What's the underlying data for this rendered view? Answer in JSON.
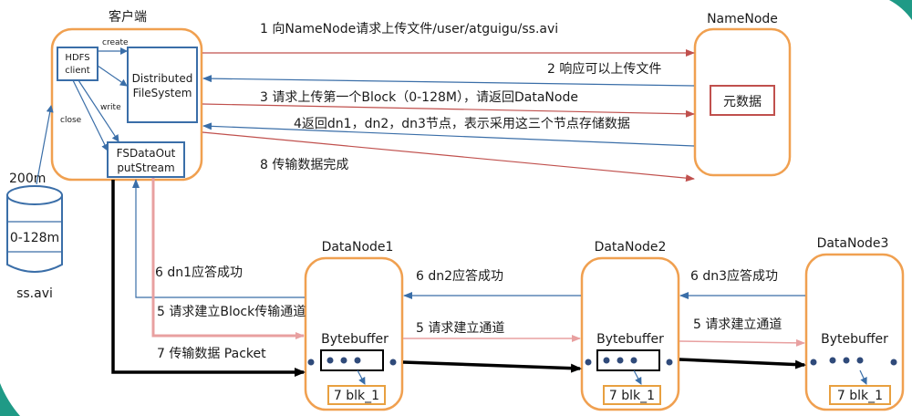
{
  "client": {
    "title": "客户端",
    "hdfs_client": [
      "HDFS",
      "client"
    ],
    "dfs": [
      "Distributed",
      "FileSystem"
    ],
    "fsdos": [
      "FSDataOut",
      "putStream"
    ],
    "create": "create",
    "write": "write",
    "close": "close"
  },
  "file": {
    "size": "200m",
    "block": "0-128m",
    "name": "ss.avi"
  },
  "namenode": {
    "title": "NameNode",
    "meta": "元数据"
  },
  "datanodes": [
    {
      "title": "DataNode1",
      "buffer": "Bytebuffer",
      "block": "7 blk_1"
    },
    {
      "title": "DataNode2",
      "buffer": "Bytebuffer",
      "block": "7 blk_1"
    },
    {
      "title": "DataNode3",
      "buffer": "Bytebuffer",
      "block": "7 blk_1"
    }
  ],
  "steps": {
    "s1": "1 向NameNode请求上传文件/user/atguigu/ss.avi",
    "s2": "2 响应可以上传文件",
    "s3": "3 请求上传第一个Block（0-128M），请返回DataNode",
    "s4": "4返回dn1，dn2，dn3节点，表示采用这三个节点存储数据",
    "s8": "8 传输数据完成",
    "s6_dn1": "6 dn1应答成功",
    "s5_client": "5 请求建立Block传输通道",
    "s7": "7 传输数据  Packet",
    "s6_dn2": "6 dn2应答成功",
    "s5_dn1": "5 请求建立通道",
    "s6_dn3": "6 dn3应答成功",
    "s5_dn2": "5 请求建立通道"
  },
  "colors": {
    "node_border": "#f0a050",
    "blue": "#3a6ea8",
    "red": "#c0504d",
    "pink": "#e8a0a0",
    "teal": "#1f9a86"
  }
}
